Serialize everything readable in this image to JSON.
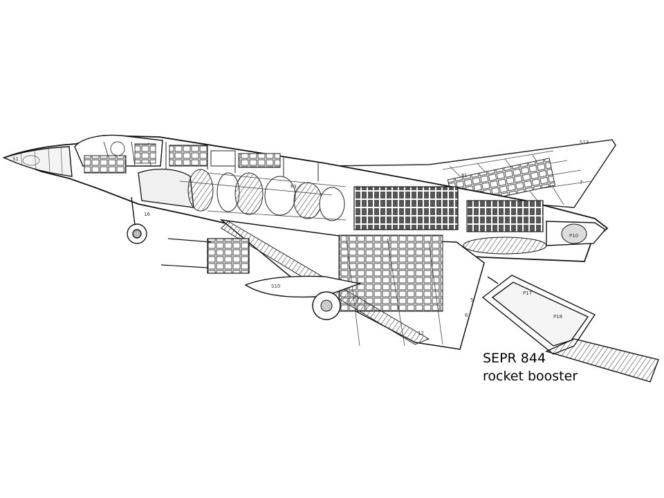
{
  "caption": {
    "line1": "SEPR 844",
    "line2": "rocket booster"
  },
  "labels": {
    "wing_tip": "S13",
    "nose": "S1",
    "engine": "P3",
    "exhaust": "P10",
    "fuel_tank": "S10",
    "booster_top": "P17",
    "booster_body": "P18",
    "wing_fuel": "P1",
    "wing_rib_7": "7",
    "wing_rib_5": "5",
    "wing_rib_6": "6",
    "wing_rib_12": "12",
    "gear": "16"
  }
}
